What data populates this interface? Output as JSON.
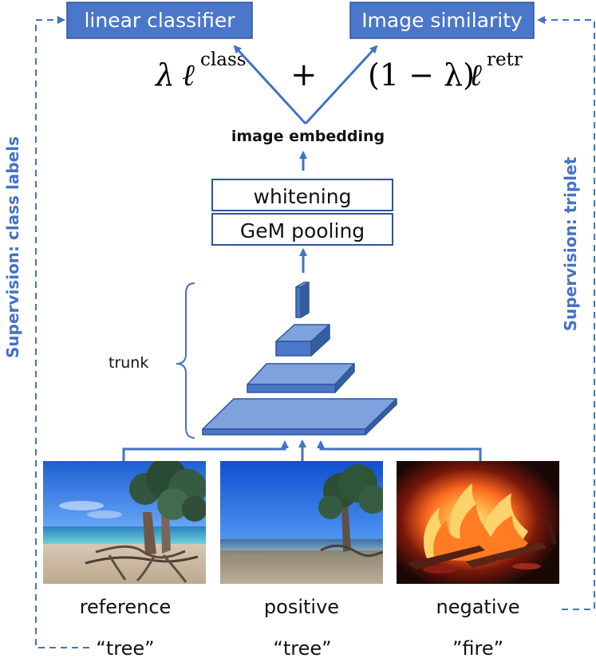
{
  "heads": {
    "left": "linear classifier",
    "right": "Image similarity"
  },
  "loss": {
    "lambda": "λ",
    "ell_left": "ℓ",
    "class_sup": "class",
    "plus": "+",
    "paren_left": "(1 − λ)",
    "ell_right": "ℓ",
    "retr_sup": "retr"
  },
  "embedding": {
    "label": "image embedding"
  },
  "blocks": {
    "whitening": "whitening",
    "gem": "GeM pooling"
  },
  "trunk": {
    "label": "trunk"
  },
  "images": [
    {
      "caption": "reference",
      "tag": "“tree”"
    },
    {
      "caption": "positive",
      "tag": "“tree”"
    },
    {
      "caption": "negative",
      "tag": "”fire”"
    }
  ],
  "supervision": {
    "left": "Supervision: class labels",
    "right": "Supervision: triplet"
  },
  "colors": {
    "accent": "#4472c4",
    "accent_dark": "#2f5597",
    "box_fill": "#4a77c9"
  }
}
